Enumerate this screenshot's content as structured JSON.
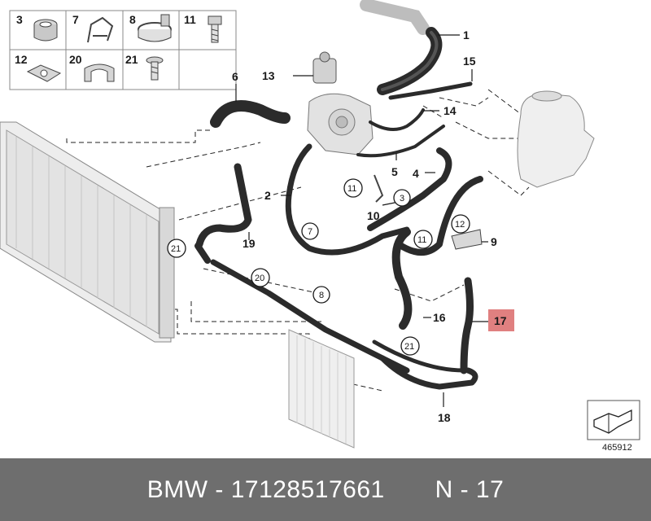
{
  "diagram": {
    "callouts": [
      "1",
      "2",
      "3",
      "4",
      "5",
      "6",
      "7",
      "8",
      "9",
      "10",
      "11",
      "12",
      "13",
      "14",
      "15",
      "16",
      "17",
      "18",
      "19",
      "20",
      "21"
    ],
    "circled": {
      "c11a": "11",
      "c3": "3",
      "c12": "12",
      "c11b": "11",
      "c7": "7",
      "c21a": "21",
      "c20": "20",
      "c8": "8",
      "c21b": "21"
    },
    "legend": {
      "cells": [
        {
          "num": "3"
        },
        {
          "num": "7"
        },
        {
          "num": "8"
        },
        {
          "num": "11"
        },
        {
          "num": "12"
        },
        {
          "num": "20"
        },
        {
          "num": "21"
        }
      ]
    },
    "highlighted": "17",
    "highlight_color": "#e08080",
    "diagram_number": "465912"
  },
  "footer": {
    "text": "BMW - 17128517661       N - 17",
    "background": "#6e6e6e"
  }
}
